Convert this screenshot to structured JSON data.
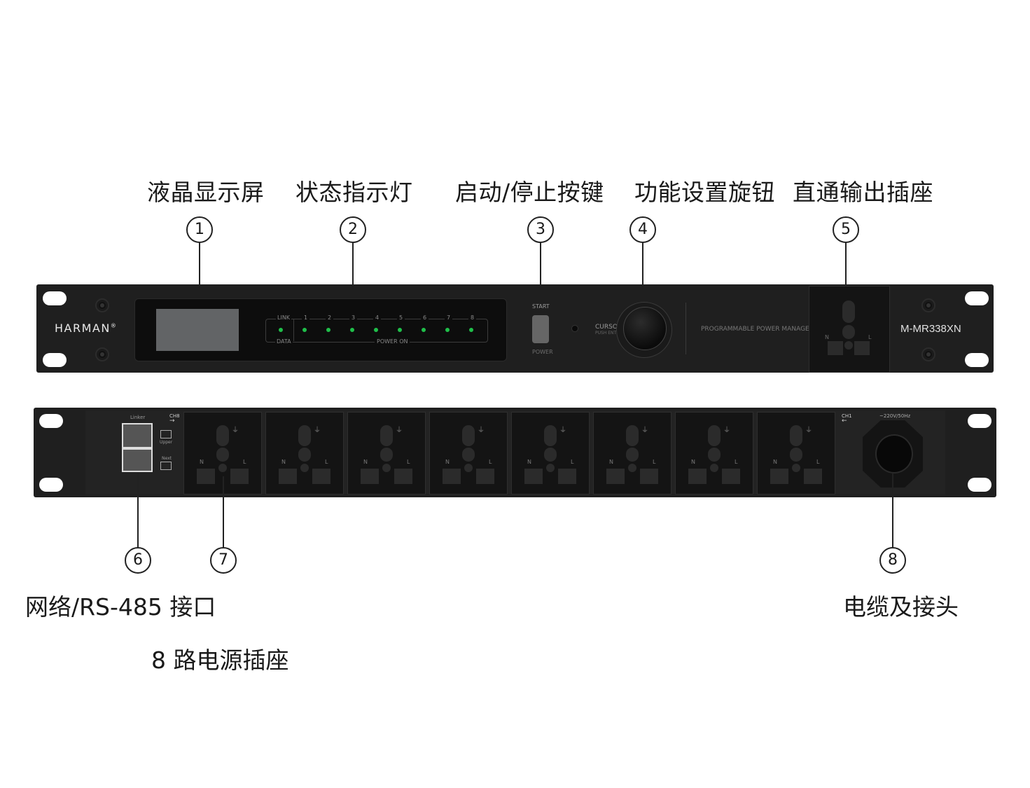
{
  "top_labels": [
    {
      "num": "1",
      "text": "液晶显示屏"
    },
    {
      "num": "2",
      "text": "状态指示灯"
    },
    {
      "num": "3",
      "text": "启动/停止按键"
    },
    {
      "num": "4",
      "text": "功能设置旋钮"
    },
    {
      "num": "5",
      "text": "直通输出插座"
    }
  ],
  "bottom_labels": [
    {
      "num": "6",
      "text": "网络/RS-485 接口"
    },
    {
      "num": "7",
      "text": "8 路电源插座"
    },
    {
      "num": "8",
      "text": "电缆及接头"
    }
  ],
  "front_panel": {
    "brand": "HARMAN",
    "brand_mark": "®",
    "model": "M-MR338XN",
    "link_label": "LINK",
    "data_label": "DATA",
    "power_on_label": "POWER ON",
    "channels": [
      "1",
      "2",
      "3",
      "4",
      "5",
      "6",
      "7",
      "8"
    ],
    "start_label": "START",
    "power_label": "POWER",
    "cursor_label": "CURSOR",
    "push_enter_label": "PUSH ENTER",
    "subtitle": "PROGRAMMABLE POWER MANAGER",
    "led_color": "#1fbf4a"
  },
  "rear_panel": {
    "linker_label": "Linker",
    "upper_label": "Upper",
    "next_label": "Next",
    "ch8_label": "CH8",
    "ch1_label": "CH1",
    "input_label": "~220V/50Hz",
    "outlet_count": 8
  },
  "outlet_marks": {
    "n": "N",
    "l": "L",
    "ground": "⏚"
  }
}
